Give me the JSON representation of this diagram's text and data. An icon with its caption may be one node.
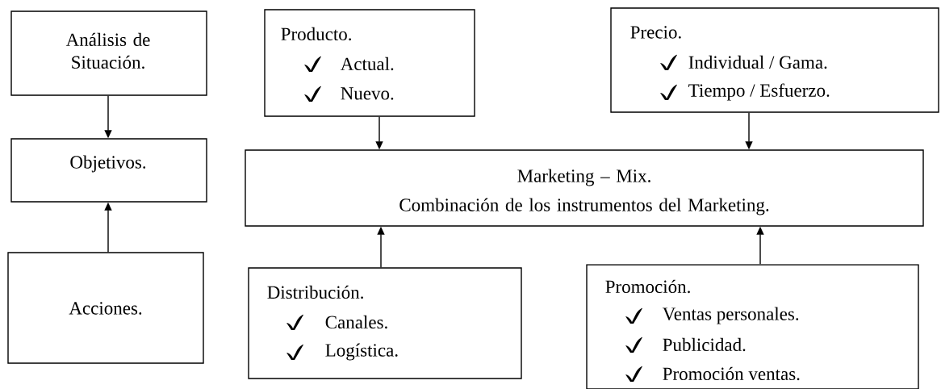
{
  "diagram": {
    "nodes": [
      {
        "text": [
          "Análisis de Situación."
        ]
      },
      {
        "text": [
          "Objetivos."
        ]
      },
      {
        "text": [
          "Acciones."
        ]
      },
      {
        "text": [
          "Producto.",
          "Actual.",
          "Nuevo."
        ]
      },
      {
        "text": [
          "Precio.",
          "Individual / Gama.",
          "Tiempo / Esfuerzo."
        ]
      },
      {
        "text": [
          "Marketing – Mix.",
          "Combinación de los instrumentos del Marketing."
        ]
      },
      {
        "text": [
          "Distribución.",
          "Canales.",
          "Logística."
        ]
      },
      {
        "text": [
          "Promoción.",
          "Ventas personales.",
          "Publicidad.",
          "Promoción ventas."
        ]
      }
    ],
    "edges": [
      {
        "from": 0,
        "to": 1,
        "arrow": "to"
      },
      {
        "from": 2,
        "to": 1,
        "arrow": "to"
      },
      {
        "from": 3,
        "to": 5,
        "arrow": "to"
      },
      {
        "from": 4,
        "to": 5,
        "arrow": "to"
      },
      {
        "from": 6,
        "to": 5,
        "arrow": "to"
      },
      {
        "from": 7,
        "to": 5,
        "arrow": "to"
      }
    ]
  }
}
